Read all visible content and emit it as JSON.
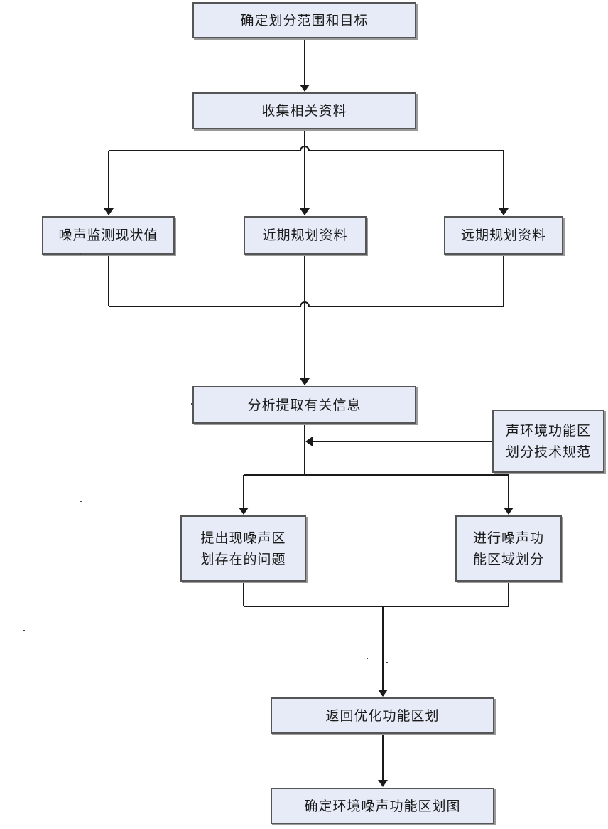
{
  "steps": {
    "define_scope": "确定划分范围和目标",
    "collect_data": "收集相关资料",
    "noise_monitoring": "噪声监测现状值",
    "near_term_plan": "近期规划资料",
    "long_term_plan": "远期规划资料",
    "analyze_info": "分析提取有关信息",
    "tech_spec": {
      "line1": "声环境功能区",
      "line2": "划分技术规范"
    },
    "identify_problems": {
      "line1": "提出现噪声区",
      "line2": "划存在的问题"
    },
    "zone_division": {
      "line1": "进行噪声功",
      "line2": "能区域划分"
    },
    "optimize": "返回优化功能区划",
    "final_map": "确定环境噪声功能区划图"
  },
  "colors": {
    "box_fill": "#e6ebf7",
    "box_border": "#555555",
    "connector": "#1a1a1a"
  }
}
